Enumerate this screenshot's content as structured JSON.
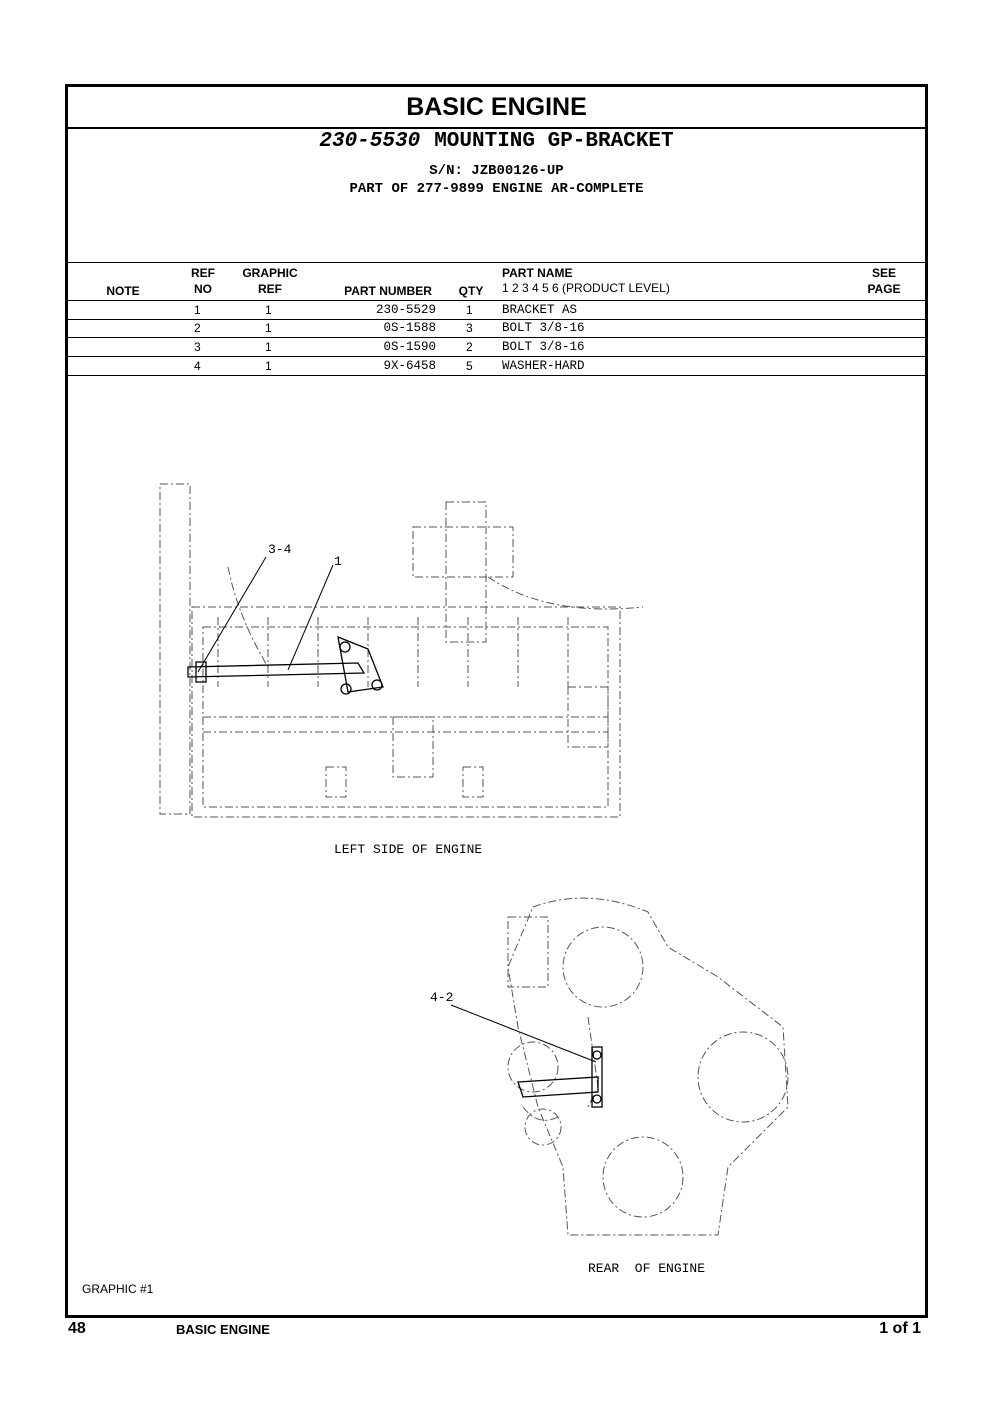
{
  "section_title": "BASIC ENGINE",
  "group": {
    "number": "230-5530",
    "name": "MOUNTING GP-BRACKET",
    "serial": "S/N: JZB00126-UP",
    "part_of": "PART OF 277-9899 ENGINE AR-COMPLETE"
  },
  "table": {
    "headers": {
      "note": "NOTE",
      "ref_no_1": "REF",
      "ref_no_2": "NO",
      "graphic_ref_1": "GRAPHIC",
      "graphic_ref_2": "REF",
      "part_number": "PART NUMBER",
      "qty": "QTY",
      "part_name": "PART NAME",
      "product_level": "1  2  3  4  5  6  (PRODUCT LEVEL)",
      "see_page_1": "SEE",
      "see_page_2": "PAGE"
    },
    "rows": [
      {
        "ref": "1",
        "graphic": "1",
        "part_number": "230-5529",
        "qty": "1",
        "name": "BRACKET AS"
      },
      {
        "ref": "2",
        "graphic": "1",
        "part_number": "0S-1588",
        "qty": "3",
        "name": "BOLT 3/8-16"
      },
      {
        "ref": "3",
        "graphic": "1",
        "part_number": "0S-1590",
        "qty": "2",
        "name": "BOLT 3/8-16"
      },
      {
        "ref": "4",
        "graphic": "1",
        "part_number": "9X-6458",
        "qty": "5",
        "name": "WASHER-HARD"
      }
    ]
  },
  "graphic": {
    "callouts": {
      "a": "3-4",
      "b": "1",
      "c": "4-2"
    },
    "caption_left": "LEFT SIDE OF ENGINE",
    "caption_rear": "REAR  OF ENGINE",
    "label": "GRAPHIC #1"
  },
  "footer": {
    "page": "48",
    "section": "BASIC ENGINE",
    "of": "1 of 1"
  }
}
